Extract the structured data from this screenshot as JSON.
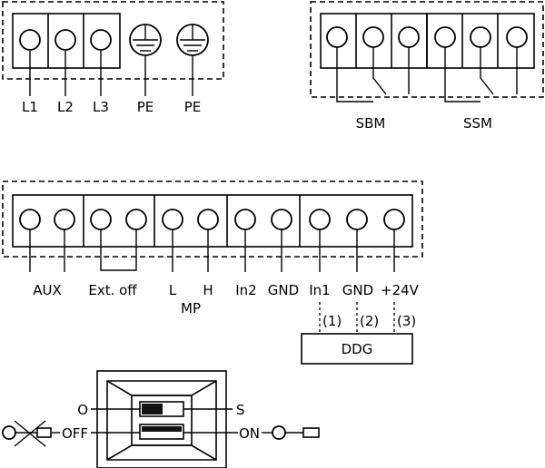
{
  "power_block": {
    "labels": [
      "L1",
      "L2",
      "L3",
      "PE",
      "PE"
    ]
  },
  "relay_block": {
    "labels": [
      "SBM",
      "SSM"
    ]
  },
  "control_block": {
    "labels": [
      "AUX",
      "Ext. off",
      "L",
      "H",
      "In2",
      "GND",
      "In1",
      "GND",
      "+24V"
    ],
    "group_label": "MP",
    "sensor_pins": [
      "(1)",
      "(2)",
      "(3)"
    ],
    "sensor_label": "DDG"
  },
  "dip_switch": {
    "left_top": "O",
    "left_bottom": "OFF",
    "right_top": "S",
    "right_bottom": "ON"
  }
}
